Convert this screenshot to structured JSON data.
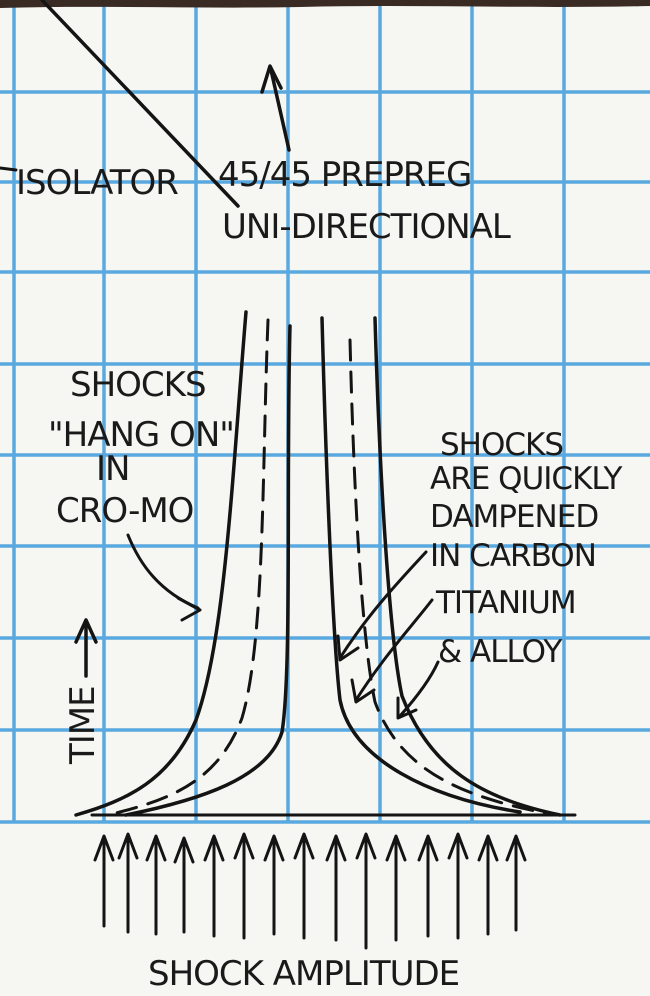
{
  "labels": {
    "isolator": "ISOLATOR",
    "prepreg": "45/45 PREPREG",
    "unidirectional": "UNI-DIRECTIONAL",
    "shocks_hang_on": [
      "SHOCKS",
      "\"HANG ON\"",
      "IN",
      "CRO-MO"
    ],
    "shocks_dampened": [
      "SHOCKS",
      "ARE QUICKLY",
      "DAMPENED",
      "IN CARBON",
      "TITANIUM",
      "& ALLOY"
    ],
    "time_axis": "TIME",
    "amplitude_axis": "SHOCK AMPLITUDE"
  },
  "colors": {
    "grid": "#5aa8e0",
    "ink": "#141414",
    "paper": "#f6f6f2"
  }
}
